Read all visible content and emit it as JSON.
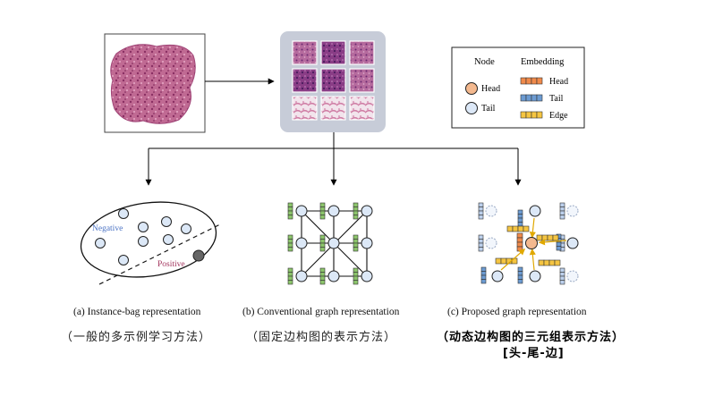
{
  "legend": {
    "node_title": "Node",
    "embedding_title": "Embedding",
    "node_head": "Head",
    "node_tail": "Tail",
    "emb_head": "Head",
    "emb_tail": "Tail",
    "emb_edge": "Edge"
  },
  "panel_a": {
    "negative_label": "Negative",
    "positive_label": "Positive",
    "caption": "(a) Instance-bag representation",
    "subcaption": "（一般的多示例学习方法）"
  },
  "panel_b": {
    "caption": "(b) Conventional graph representation",
    "subcaption": "（固定边构图的表示方法）"
  },
  "panel_c": {
    "caption": "(c) Proposed graph representation",
    "subcaption": "（动态边构图的三元组表示方法）",
    "subcaption2": "[头-尾-边]"
  },
  "colors": {
    "head_node": "#f4b98f",
    "tail_node": "#dce8f7",
    "head_emb": "#f08a4b",
    "tail_emb": "#6c9bd2",
    "edge_emb": "#f5c542",
    "conv_emb": "#8cc56b",
    "tissue": "#b5527f",
    "negative_text": "#4a72c4",
    "positive_text": "#a3355e",
    "arrow": "#e0a800"
  }
}
